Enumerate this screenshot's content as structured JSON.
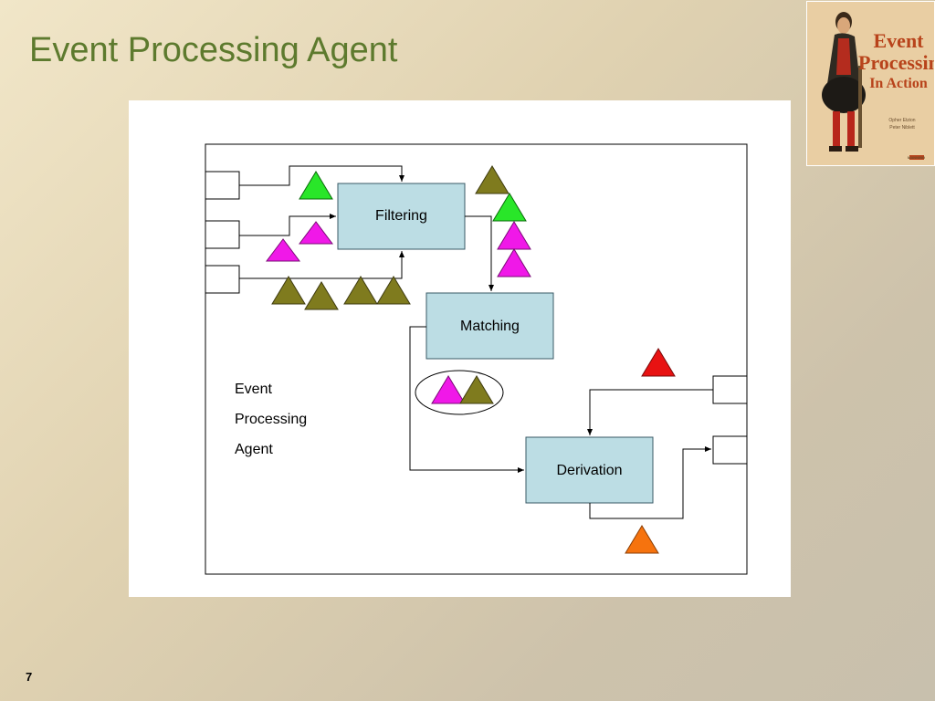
{
  "slide": {
    "title": "Event Processing Agent",
    "page_number": "7"
  },
  "book": {
    "title_line1": "Event",
    "title_line2": "Processing",
    "title_line3": "In Action",
    "authors": [
      "Opher Etzion",
      "Peter Niblett"
    ],
    "publisher": "MANNING",
    "title_color": "#b8431b"
  },
  "diagram": {
    "processes": {
      "filtering": "Filtering",
      "matching": "Matching",
      "derivation": "Derivation"
    },
    "agent_label_lines": [
      "Event",
      "Processing",
      "Agent"
    ],
    "colors": {
      "process_fill": "#bcdde4",
      "olive": "#7f7b1e",
      "green": "#29e629",
      "magenta": "#f018e8",
      "red": "#e81212",
      "orange": "#f6730e"
    },
    "icons": {
      "event": "triangle-icon",
      "matched_pair": "ellipse-group"
    }
  }
}
